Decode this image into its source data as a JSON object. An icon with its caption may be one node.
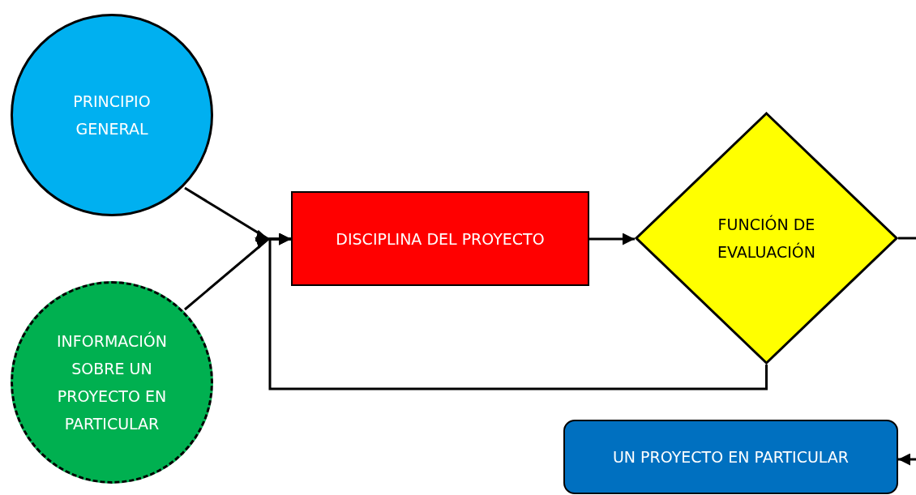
{
  "diagram": {
    "nodes": [
      {
        "text": [
          "PRINCIPIO GENERAL"
        ]
      },
      {
        "text": [
          "INFORMACIÓN SOBRE UN PROYECTO EN PARTICULAR"
        ]
      },
      {
        "text": [
          "DISCIPLINA DEL PROYECTO"
        ]
      },
      {
        "text": [
          "FUNCIÓN DE EVALUACIÓN"
        ]
      },
      {
        "text": [
          "UN PROYECTO EN PARTICULAR"
        ]
      }
    ],
    "edges": [
      {
        "from": 0,
        "to": 2,
        "arrow": "to"
      },
      {
        "from": 1,
        "to": 2,
        "arrow": "to"
      },
      {
        "from": 2,
        "to": 3,
        "arrow": "to"
      },
      {
        "from": 3,
        "to": 2,
        "arrow": "to"
      },
      {
        "from": 3,
        "to": null,
        "arrow": "none"
      },
      {
        "from": null,
        "to": 4,
        "arrow": "to"
      }
    ]
  }
}
